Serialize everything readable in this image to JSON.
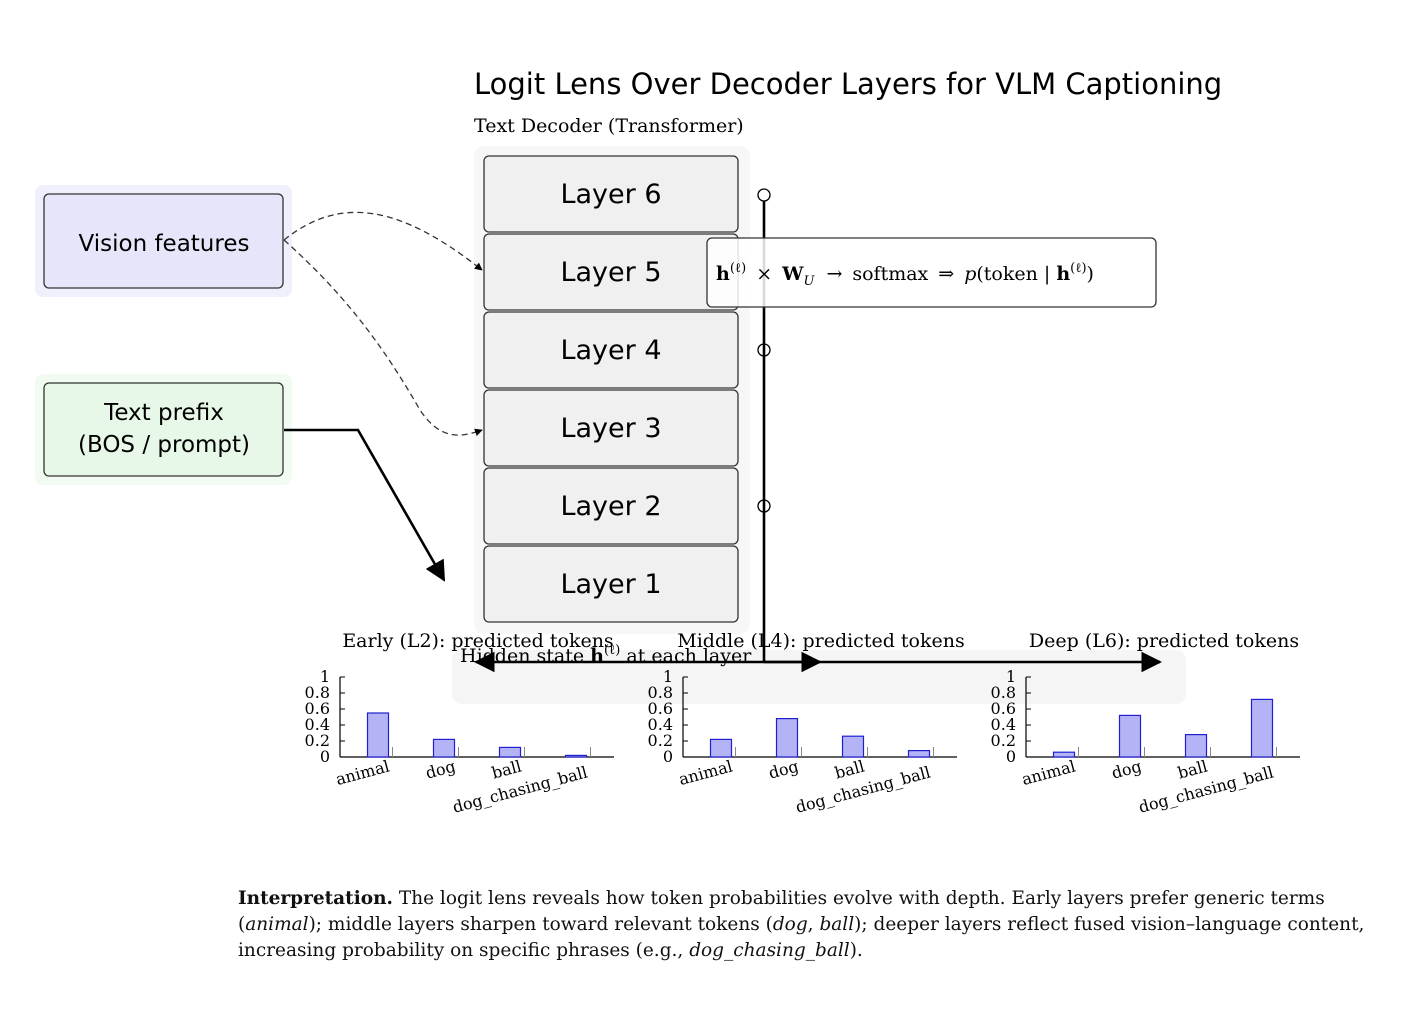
{
  "title": "Logit Lens Over Decoder Layers for VLM Captioning",
  "decoder_label": "Text Decoder (Transformer)",
  "layers": [
    "Layer 6",
    "Layer 5",
    "Layer 4",
    "Layer 3",
    "Layer 2",
    "Layer 1"
  ],
  "inputs": {
    "vision": "Vision features",
    "text_line1": "Text prefix",
    "text_line2": "(BOS / prompt)"
  },
  "formula": {
    "h": "h",
    "ell": "(ℓ)",
    "times": "×",
    "W": "W",
    "U": "U",
    "arrow": "→",
    "softmax": "softmax",
    "implies": "⇒",
    "p": "p",
    "token": "(token | ",
    "close": ")"
  },
  "hidden_state": {
    "prefix": "Hidden state ",
    "h": "h",
    "ell": "(ℓ)",
    "suffix": " at each layer"
  },
  "colors": {
    "vision_fill": "#e6e6fb",
    "text_fill": "#e8f8e8",
    "layer_fill": "#f0f0f0",
    "bar_fill": "#b3b3f5",
    "bar_stroke": "#2020d0"
  },
  "chart_data": [
    {
      "type": "bar",
      "title": "Early (L2): predicted tokens",
      "categories": [
        "animal",
        "dog",
        "ball",
        "dog_chasing_ball"
      ],
      "values": [
        0.55,
        0.22,
        0.12,
        0.02
      ],
      "ylim": [
        0,
        1
      ],
      "yticks": [
        "0",
        "0.2",
        "0.4",
        "0.6",
        "0.8",
        "1"
      ]
    },
    {
      "type": "bar",
      "title": "Middle (L4): predicted tokens",
      "categories": [
        "animal",
        "dog",
        "ball",
        "dog_chasing_ball"
      ],
      "values": [
        0.22,
        0.48,
        0.26,
        0.08
      ],
      "ylim": [
        0,
        1
      ],
      "yticks": [
        "0",
        "0.2",
        "0.4",
        "0.6",
        "0.8",
        "1"
      ]
    },
    {
      "type": "bar",
      "title": "Deep (L6): predicted tokens",
      "categories": [
        "animal",
        "dog",
        "ball",
        "dog_chasing_ball"
      ],
      "values": [
        0.06,
        0.52,
        0.28,
        0.72
      ],
      "ylim": [
        0,
        1
      ],
      "yticks": [
        "0",
        "0.2",
        "0.4",
        "0.6",
        "0.8",
        "1"
      ]
    }
  ],
  "interpretation": {
    "head": "Interpretation.",
    "t1": " The logit lens reveals how token probabilities evolve with depth. Early layers prefer generic terms (",
    "i1": "animal",
    "t2": "); middle layers sharpen toward relevant tokens (",
    "i2": "dog",
    "t3": ", ",
    "i3": "ball",
    "t4": "); deeper layers reflect fused vision–language content, increasing probability on specific phrases (e.g., ",
    "i4": "dog_chasing_ball",
    "t5": ")."
  }
}
